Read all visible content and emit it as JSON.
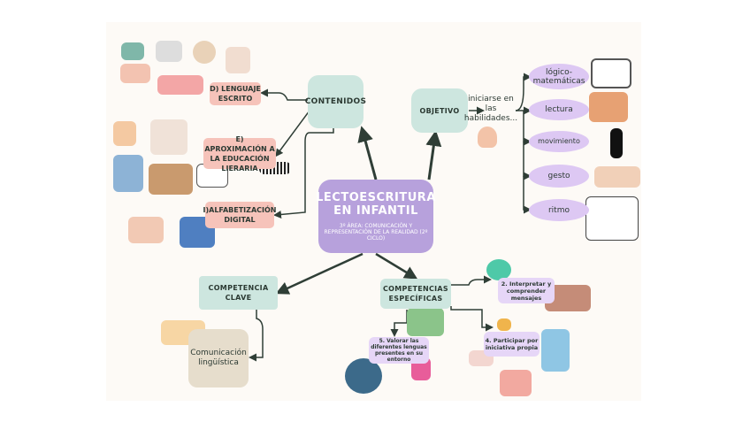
{
  "center": {
    "title_line1": "LECTOESCRITURA",
    "title_line2": "EN INFANTIL",
    "subtitle": "3º ÁREA: COMUNICACIÓN Y REPRESENTACIÓN DE LA REALIDAD (2º CICLO)"
  },
  "contenidos": {
    "label": "CONTENIDOS",
    "items": [
      "D) LENGUAJE ESCRITO",
      "E) APROXIMACIÓN A LA EDUCACIÓN LIERARIA",
      "I)ALFABETIZACIÓN DIGITAL"
    ]
  },
  "objetivo": {
    "label": "OBJETIVO",
    "text": "iniciarse en las habilidades...",
    "skills": [
      "lógico-matemáticas",
      "lectura",
      "movimiento",
      "gesto",
      "ritmo"
    ]
  },
  "competencia_clave": {
    "label": "COMPETENCIA CLAVE",
    "item": "Comunicación lingüística"
  },
  "competencias_especificas": {
    "label": "COMPETENCIAS ESPECÍFICAS",
    "items": [
      "2. Interpretar y comprender mensajes",
      "4. Participar por iniciativa propia",
      "5. Valorar las diferentes lenguas presentes en su entorno"
    ]
  },
  "colors": {
    "mint": "#cde6df",
    "pink": "#f6c3ba",
    "lavender": "#b7a1dc",
    "light_lavender": "#e6d6f7",
    "beige": "#e6ddcc",
    "line": "#2f3e36"
  }
}
